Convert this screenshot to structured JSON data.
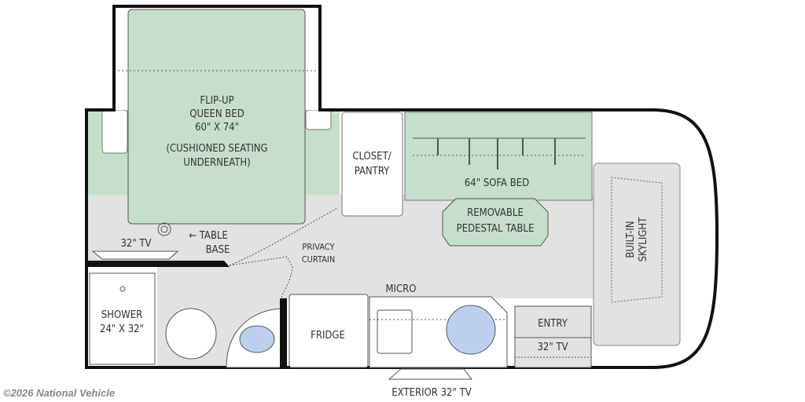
{
  "colors": {
    "wall": "#111111",
    "floor": "#e2e2e2",
    "furniture_green": "#c6dfcc",
    "fixture_blue": "#bcd0ee"
  },
  "labels": {
    "bed_line1": "FLIP-UP",
    "bed_line2": "QUEEN BED",
    "bed_line3": "60\" X 74\"",
    "bed_line4": "(CUSHIONED SEATING",
    "bed_line5": "UNDERNEATH)",
    "closet_line1": "CLOSET/",
    "closet_line2": "PANTRY",
    "sofa": "64\" SOFA BED",
    "table_line1": "REMOVABLE",
    "table_line2": "PEDESTAL TABLE",
    "skylight_line1": "BUILT-IN",
    "skylight_line2": "SKYLIGHT",
    "tv_bedroom": "32\" TV",
    "table_base_line1": "← TABLE",
    "table_base_line2": "BASE",
    "curtain_line1": "PRIVACY",
    "curtain_line2": "CURTAIN",
    "shower_line1": "SHOWER",
    "shower_line2": "24\" X 32\"",
    "fridge": "FRIDGE",
    "micro": "MICRO",
    "entry": "ENTRY",
    "tv_entry": "32\" TV",
    "exterior_tv": "EXTERIOR 32\" TV"
  },
  "copyright": "©2026 National Vehicle"
}
